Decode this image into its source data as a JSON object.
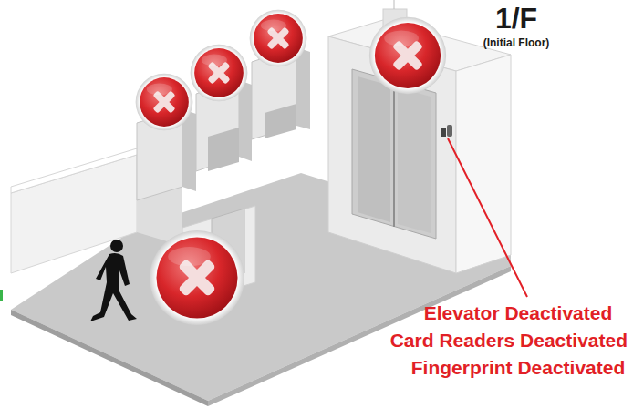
{
  "diagram": {
    "labels": [
      "1/F",
      "(Initial Floor)",
      "Elevator Deactivated",
      "Card Readers Deactivated",
      "Fingerprint Deactivated"
    ]
  }
}
